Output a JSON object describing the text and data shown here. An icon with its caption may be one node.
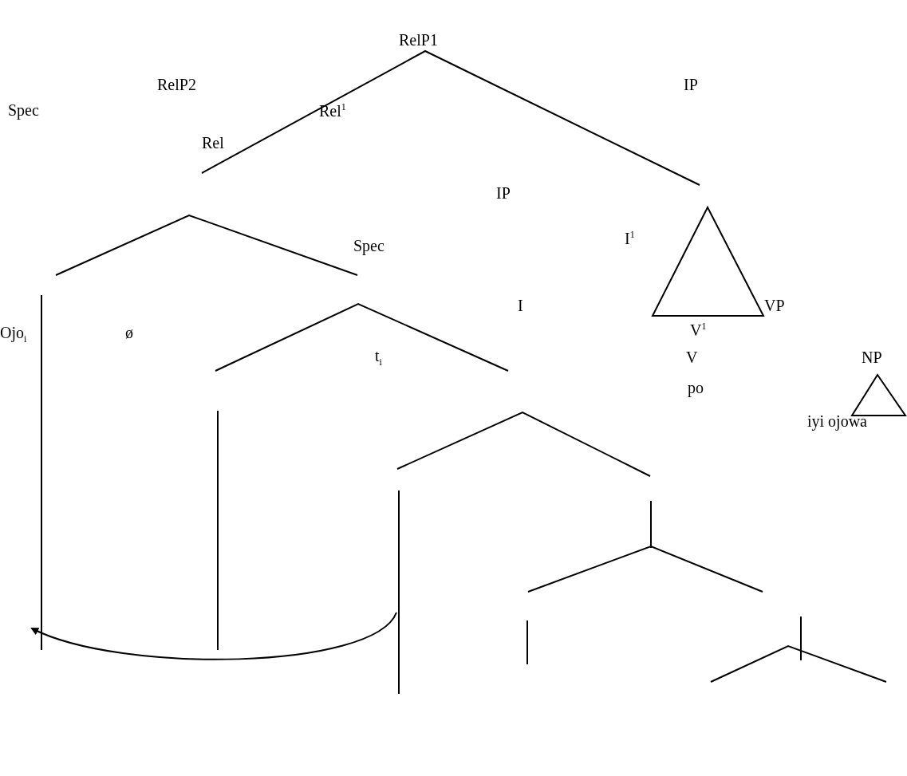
{
  "diagram": {
    "labels": [
      "RelP1",
      "RelP2",
      "IP",
      "Spec",
      "Rel$^{1}$",
      "Rel",
      "IP",
      "Spec",
      "I$^{1}$",
      "I",
      "VP",
      "Ojo$_{i}$",
      "ø",
      "V$^{1}$",
      "t$_{i}$",
      "V",
      "NP",
      "po",
      "iyi ojowa"
    ]
  }
}
